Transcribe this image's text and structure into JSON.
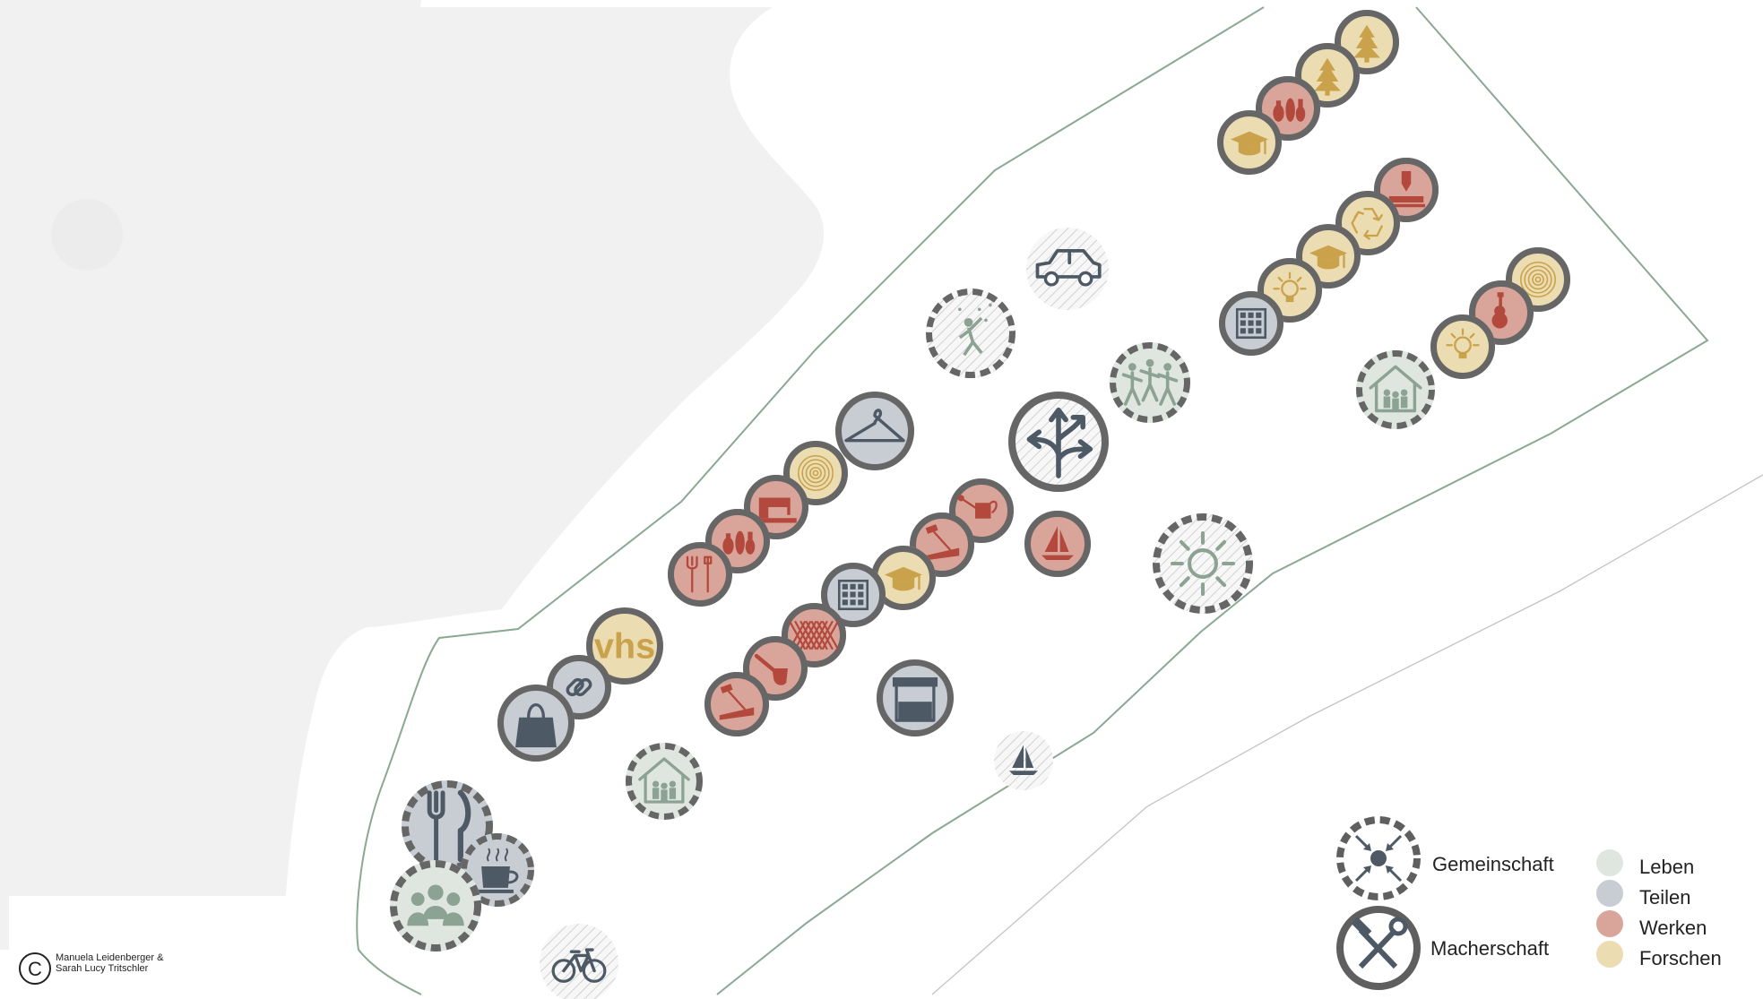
{
  "colors": {
    "leben": "#dfe5df",
    "teilen": "#c8ccd3",
    "werken": "#d9a59a",
    "forschen": "#ecdcb1",
    "ring": "#666666",
    "icon_werken": "#b3493c",
    "icon_forschen": "#c9a24b",
    "icon_teilen": "#4e5966",
    "icon_leben": "#8ca393",
    "map_shape": "#f1f1f1",
    "boundary": "#8aa892"
  },
  "legend": {
    "gemeinschaft_label": "Gemeinschaft",
    "macherschaft_label": "Macherschaft",
    "categories": [
      {
        "label": "Leben",
        "color": "#dfe5df"
      },
      {
        "label": "Teilen",
        "color": "#c8ccd3"
      },
      {
        "label": "Werken",
        "color": "#d9a59a"
      },
      {
        "label": "Forschen",
        "color": "#ecdcb1"
      }
    ]
  },
  "credit": {
    "symbol": "C",
    "line1": "Manuela Leidenberger &",
    "line2": "Sarah Lucy Tritschler"
  },
  "vhs_label": "vhs",
  "markers": [
    {
      "name": "tree-marker-1",
      "category": "forschen",
      "ring": "solid",
      "icon": "tree-icon"
    },
    {
      "name": "tree-marker-2",
      "category": "forschen",
      "ring": "solid",
      "icon": "tree-icon"
    },
    {
      "name": "vases-marker-1",
      "category": "werken",
      "ring": "solid",
      "icon": "vases-icon"
    },
    {
      "name": "graduation-cap-marker-1",
      "category": "forschen",
      "ring": "solid",
      "icon": "graduation-cap-icon"
    },
    {
      "name": "laser-cutter-marker",
      "category": "werken",
      "ring": "solid",
      "icon": "laser-cutter-icon"
    },
    {
      "name": "recycle-marker",
      "category": "forschen",
      "ring": "solid",
      "icon": "recycle-icon"
    },
    {
      "name": "graduation-cap-marker-2",
      "category": "forschen",
      "ring": "solid",
      "icon": "graduation-cap-icon"
    },
    {
      "name": "lightbulb-marker-1",
      "category": "forschen",
      "ring": "solid",
      "icon": "lightbulb-icon"
    },
    {
      "name": "shelf-marker-1",
      "category": "teilen",
      "ring": "solid",
      "icon": "shelf-icon"
    },
    {
      "name": "wood-rings-marker-1",
      "category": "forschen",
      "ring": "solid",
      "icon": "wood-rings-icon"
    },
    {
      "name": "guitar-marker",
      "category": "werken",
      "ring": "solid",
      "icon": "guitar-icon"
    },
    {
      "name": "lightbulb-marker-2",
      "category": "forschen",
      "ring": "solid",
      "icon": "lightbulb-icon"
    },
    {
      "name": "family-house-marker-1",
      "category": "leben",
      "ring": "dashed",
      "icon": "family-house-icon"
    },
    {
      "name": "dancers-marker",
      "category": "leben",
      "ring": "dashed",
      "icon": "dancers-icon"
    },
    {
      "name": "car-marker",
      "category": "hatched",
      "ring": "none",
      "icon": "car-icon"
    },
    {
      "name": "climber-marker",
      "category": "hatched",
      "ring": "dashed",
      "icon": "climber-icon"
    },
    {
      "name": "crossroads-marker",
      "category": "hatched",
      "ring": "solid",
      "icon": "crossroads-icon"
    },
    {
      "name": "sailboat-marker-1",
      "category": "werken",
      "ring": "solid",
      "icon": "sailboat-icon"
    },
    {
      "name": "sun-marker",
      "category": "hatched",
      "ring": "dashed",
      "icon": "sun-icon"
    },
    {
      "name": "hanger-marker",
      "category": "teilen",
      "ring": "solid",
      "icon": "hanger-icon"
    },
    {
      "name": "wood-rings-marker-2",
      "category": "forschen",
      "ring": "solid",
      "icon": "wood-rings-icon"
    },
    {
      "name": "sewing-machine-marker",
      "category": "werken",
      "ring": "solid",
      "icon": "sewing-machine-icon"
    },
    {
      "name": "vases-marker-2",
      "category": "werken",
      "ring": "solid",
      "icon": "vases-icon"
    },
    {
      "name": "tools-marker",
      "category": "werken",
      "ring": "solid",
      "icon": "tools-icon"
    },
    {
      "name": "watering-can-marker",
      "category": "werken",
      "ring": "solid",
      "icon": "watering-can-icon"
    },
    {
      "name": "woodwork-marker-1",
      "category": "werken",
      "ring": "solid",
      "icon": "woodwork-icon"
    },
    {
      "name": "graduation-cap-marker-3",
      "category": "forschen",
      "ring": "solid",
      "icon": "graduation-cap-icon"
    },
    {
      "name": "shelf-marker-2",
      "category": "teilen",
      "ring": "solid",
      "icon": "shelf-icon"
    },
    {
      "name": "weaving-marker",
      "category": "werken",
      "ring": "solid",
      "icon": "weaving-icon"
    },
    {
      "name": "pipe-marker",
      "category": "werken",
      "ring": "solid",
      "icon": "pipe-icon"
    },
    {
      "name": "woodwork-marker-2",
      "category": "werken",
      "ring": "solid",
      "icon": "woodwork-icon"
    },
    {
      "name": "vhs-marker",
      "category": "forschen",
      "ring": "solid",
      "icon": "vhs-text"
    },
    {
      "name": "chain-link-marker",
      "category": "teilen",
      "ring": "solid",
      "icon": "chain-link-icon"
    },
    {
      "name": "shopping-bag-marker",
      "category": "teilen",
      "ring": "solid",
      "icon": "shopping-bag-icon"
    },
    {
      "name": "market-stall-marker",
      "category": "teilen",
      "ring": "solid",
      "icon": "market-stall-icon"
    },
    {
      "name": "family-house-marker-2",
      "category": "leben",
      "ring": "dashed",
      "icon": "family-house-icon"
    },
    {
      "name": "sailboat-marker-2",
      "category": "hatched",
      "ring": "none",
      "icon": "sailboat-icon"
    },
    {
      "name": "cutlery-marker",
      "category": "teilen",
      "ring": "dashed",
      "icon": "cutlery-icon"
    },
    {
      "name": "coffee-cup-marker",
      "category": "teilen",
      "ring": "dashed",
      "icon": "coffee-cup-icon"
    },
    {
      "name": "group-people-marker",
      "category": "leben",
      "ring": "dashed",
      "icon": "group-people-icon"
    },
    {
      "name": "bicycle-marker",
      "category": "hatched",
      "ring": "none",
      "icon": "bicycle-icon"
    }
  ]
}
